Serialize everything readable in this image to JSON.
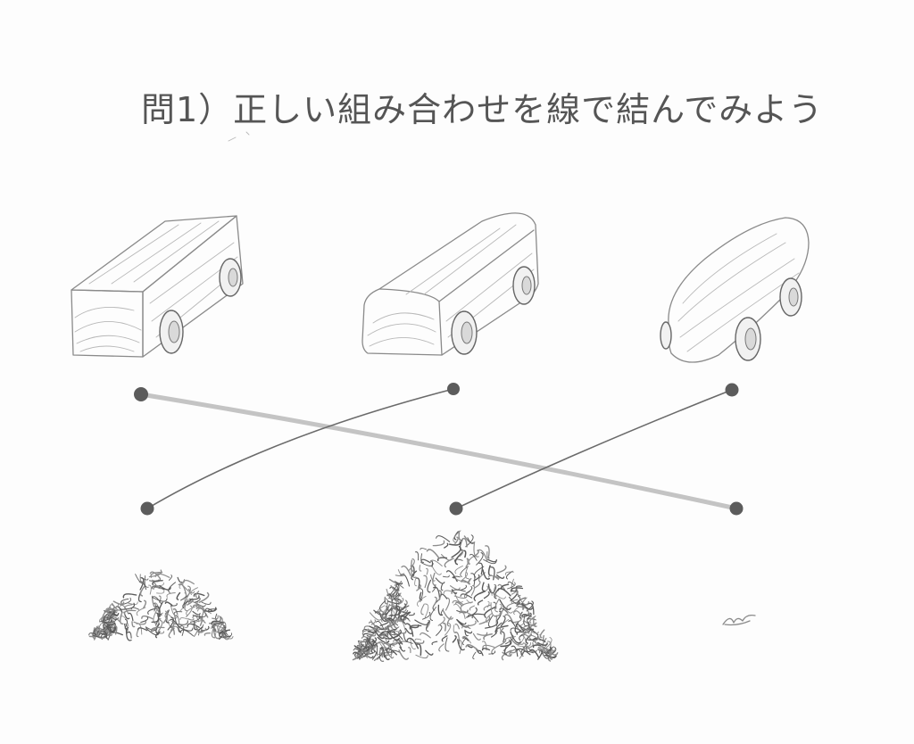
{
  "title": "問1）正しい組み合わせを線で結んでみよう",
  "cars": [
    {
      "shape": "rectangular-block"
    },
    {
      "shape": "rounded-block"
    },
    {
      "shape": "streamlined"
    }
  ],
  "shavings": [
    {
      "amount": "medium"
    },
    {
      "amount": "large"
    },
    {
      "amount": "small"
    }
  ],
  "connections": [
    {
      "car": 1,
      "shavings": 3
    },
    {
      "car": 2,
      "shavings": 1
    },
    {
      "car": 3,
      "shavings": 2
    }
  ],
  "colors": {
    "pencil": "#8a8a8a",
    "dot": "#5c5c5c",
    "line": "#6a6a6a",
    "thick_line": "#bdbdbd"
  }
}
